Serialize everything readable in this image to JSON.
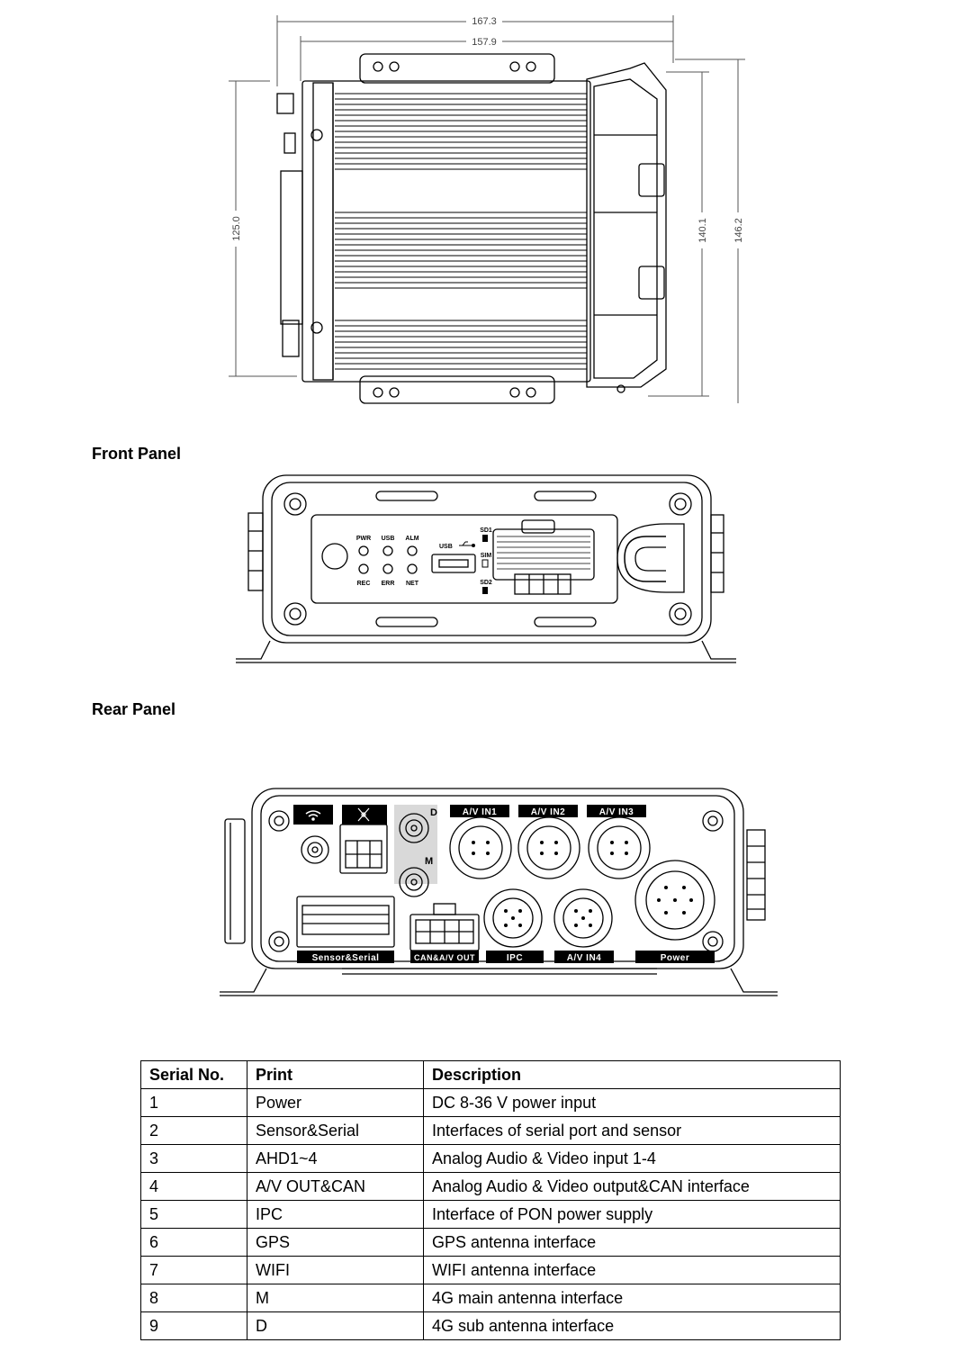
{
  "top_view": {
    "dims": {
      "overall_width": "167.3",
      "inner_width": "157.9",
      "height_left": "125.0",
      "height_right": "140.1",
      "height_outer": "146.2"
    }
  },
  "front_panel": {
    "heading": "Front Panel",
    "leds_top": [
      "PWR",
      "USB",
      "ALM"
    ],
    "leds_bottom": [
      "REC",
      "ERR",
      "NET"
    ],
    "usb_label": "USB",
    "card_labels": [
      "SD1",
      "SIM",
      "SD2"
    ]
  },
  "rear_panel": {
    "heading": "Rear Panel",
    "plates_top": [
      "A/V IN1",
      "A/V IN2",
      "A/V IN3"
    ],
    "plates_bottom": [
      "Sensor&Serial",
      "CAN&A/V OUT",
      "IPC",
      "A/V IN4",
      "Power"
    ],
    "antenna_letters": [
      "D",
      "M"
    ]
  },
  "spec_table": {
    "headers": [
      "Serial No.",
      "Print",
      "Description"
    ],
    "rows": [
      [
        "1",
        "Power",
        "DC 8-36 V power input"
      ],
      [
        "2",
        "Sensor&Serial",
        "Interfaces of serial port and sensor"
      ],
      [
        "3",
        "AHD1~4",
        "Analog Audio & Video input 1-4"
      ],
      [
        "4",
        "A/V OUT&CAN",
        "Analog Audio & Video output&CAN interface"
      ],
      [
        "5",
        "IPC",
        "Interface of PON power supply"
      ],
      [
        "6",
        "GPS",
        "GPS antenna interface"
      ],
      [
        "7",
        "WIFI",
        "WIFI antenna interface"
      ],
      [
        "8",
        "M",
        "4G main antenna interface"
      ],
      [
        "9",
        "D",
        "4G sub antenna interface"
      ]
    ]
  }
}
